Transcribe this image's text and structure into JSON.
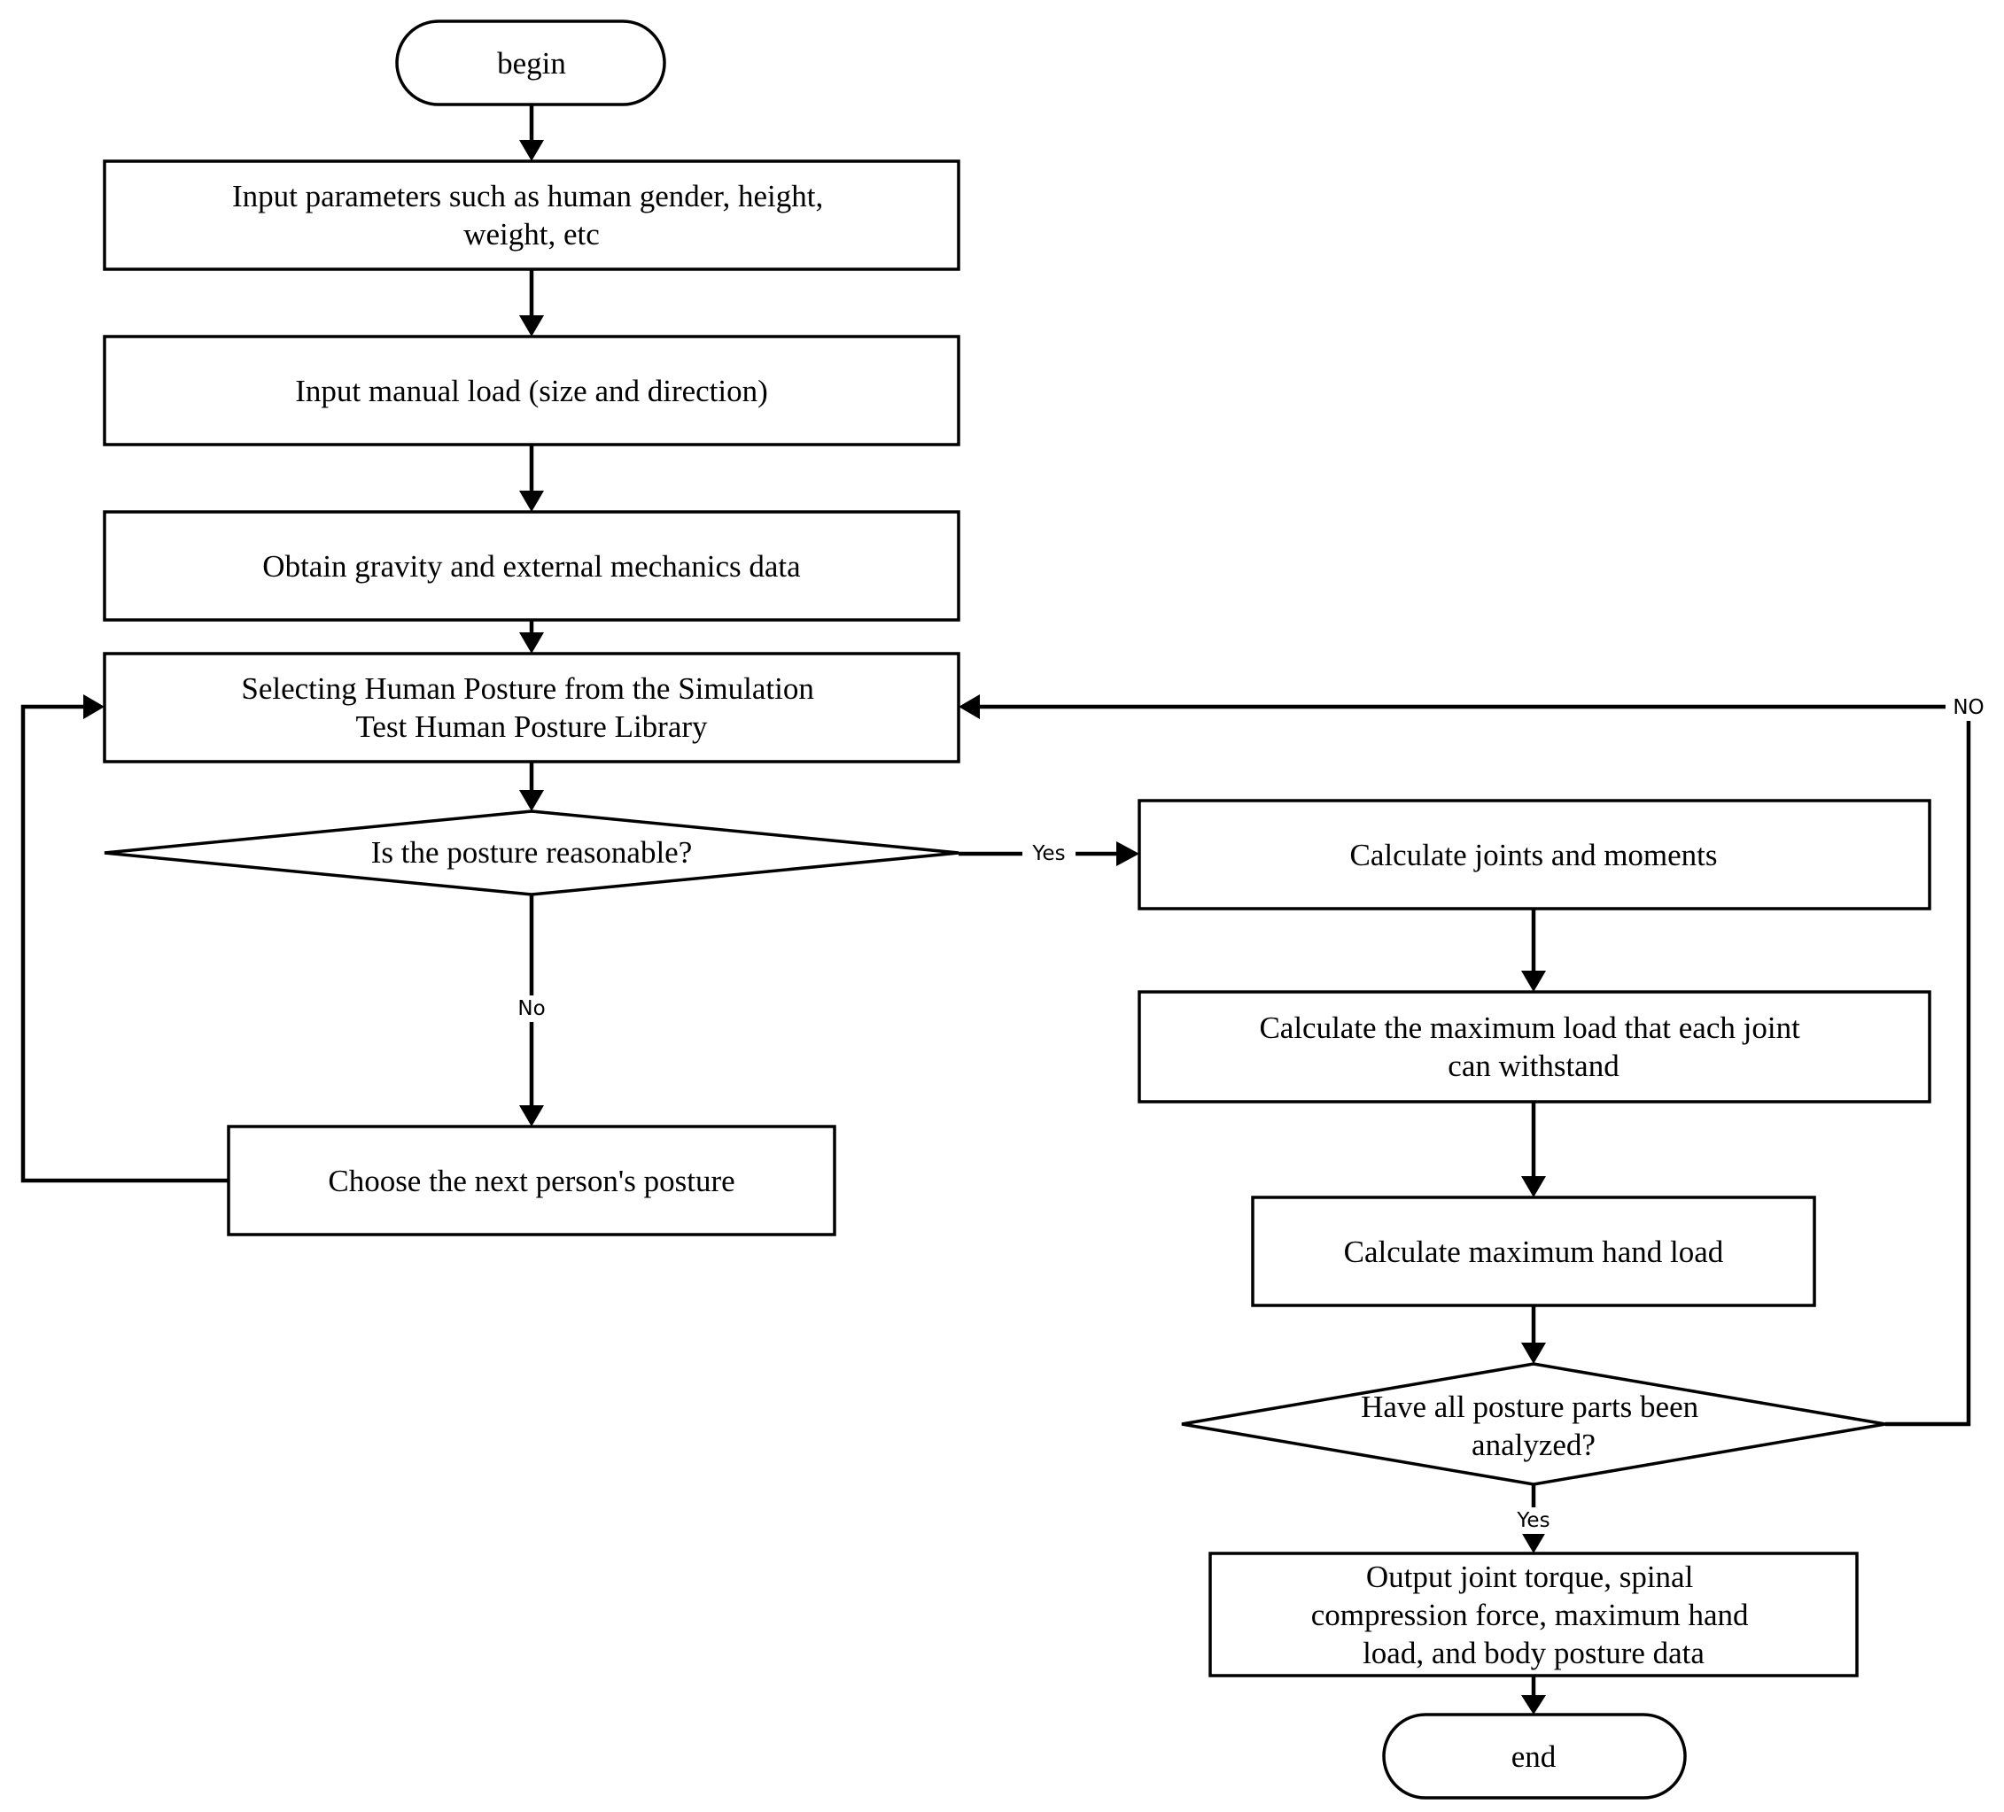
{
  "nodes": {
    "begin": {
      "lines": [
        "begin"
      ]
    },
    "input_params": {
      "lines": [
        "Input parameters such as human gender, height,",
        "weight, etc"
      ]
    },
    "input_load": {
      "lines": [
        "Input manual load (size and direction)"
      ]
    },
    "obtain_gravity": {
      "lines": [
        "Obtain gravity and external mechanics data"
      ]
    },
    "select_posture": {
      "lines": [
        "Selecting Human Posture from the Simulation",
        "Test Human Posture Library"
      ]
    },
    "posture_reasonable": {
      "lines": [
        "Is the posture reasonable?"
      ]
    },
    "next_posture": {
      "lines": [
        "Choose the next person's posture"
      ]
    },
    "calc_joints": {
      "lines": [
        "Calculate joints and moments"
      ]
    },
    "calc_max_joint_load": {
      "lines": [
        "Calculate the maximum load that each joint",
        "can withstand"
      ]
    },
    "calc_hand_load": {
      "lines": [
        "Calculate maximum hand load"
      ]
    },
    "all_analyzed": {
      "lines": [
        "Have all posture parts been",
        "analyzed?"
      ]
    },
    "output": {
      "lines": [
        "Output joint torque, spinal",
        "compression force, maximum hand",
        "load, and body posture data"
      ]
    },
    "end": {
      "lines": [
        "end"
      ]
    }
  },
  "edges": {
    "reasonable_yes": "Yes",
    "reasonable_no": "No",
    "analyzed_no": "NO",
    "analyzed_yes": "Yes"
  }
}
